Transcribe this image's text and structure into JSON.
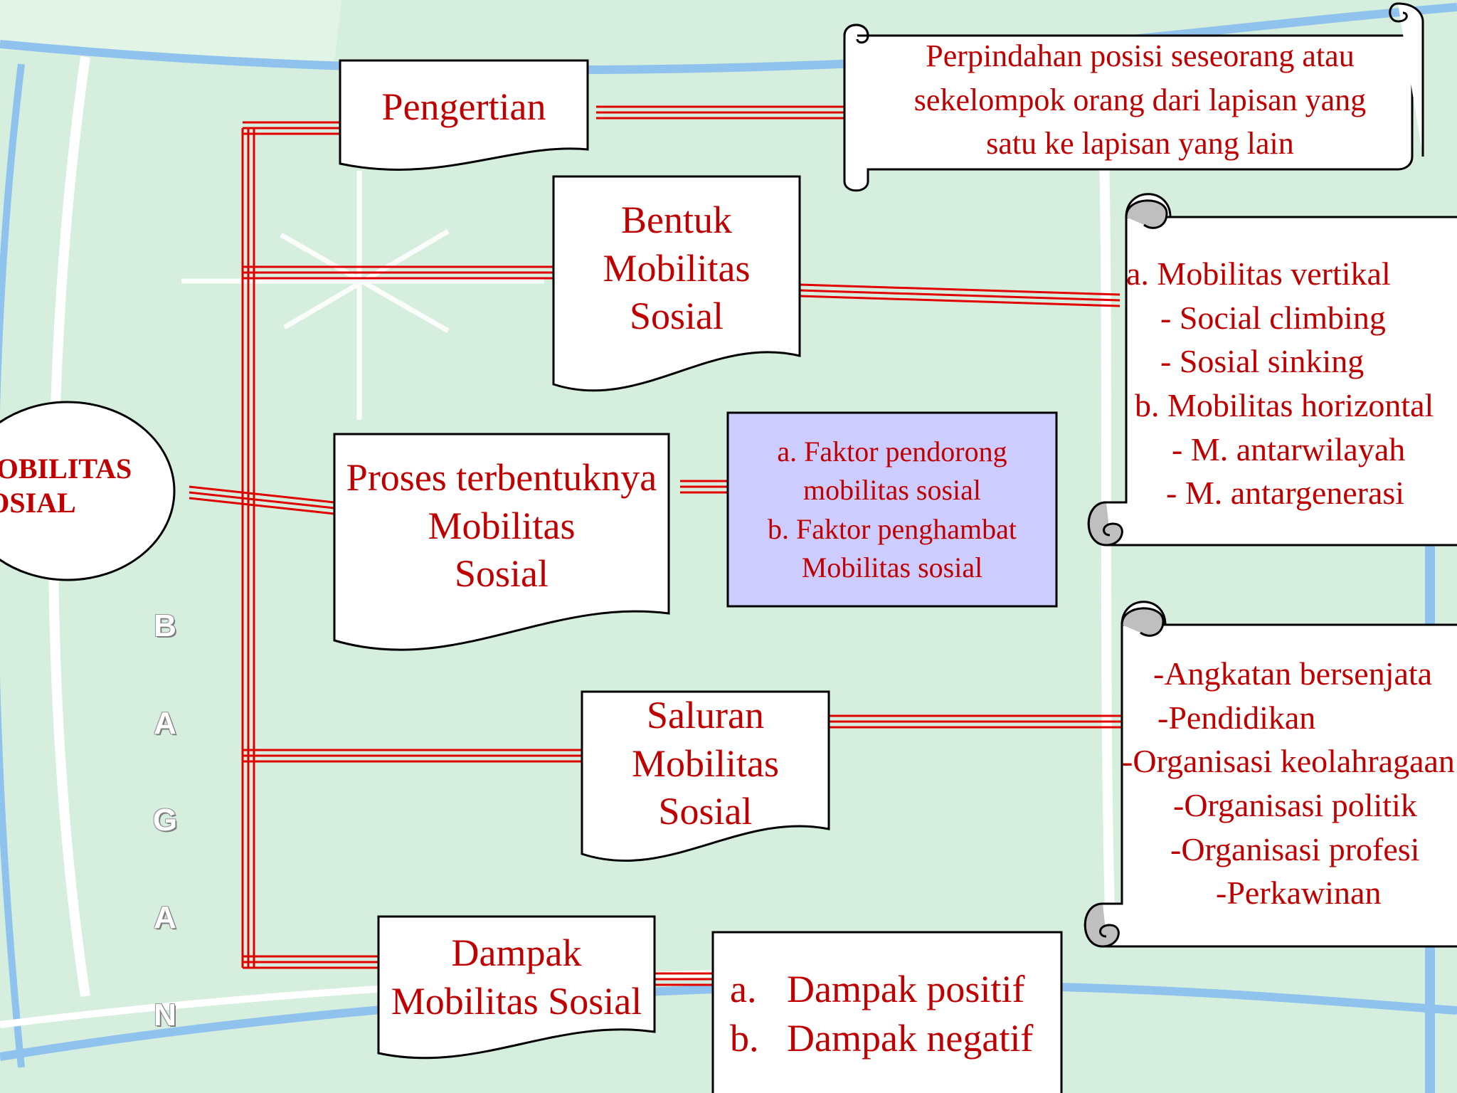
{
  "colors": {
    "text": "#c00000",
    "connector": "#e00000",
    "background": "#d6eedd",
    "faktor_box": "#ccccff",
    "road": "#8fc3ee"
  },
  "center": {
    "line1": "OBILITAS",
    "line2": "SOSIAL"
  },
  "bagan": [
    "B",
    "A",
    "G",
    "A",
    "N"
  ],
  "boxes": {
    "pengertian": "Pengertian",
    "bentuk": [
      "Bentuk",
      "Mobilitas",
      "Sosial"
    ],
    "proses": [
      "Proses terbentuknya",
      "Mobilitas",
      "Sosial"
    ],
    "saluran": [
      "Saluran",
      "Mobilitas",
      "Sosial"
    ],
    "dampak": [
      "Dampak",
      "Mobilitas Sosial"
    ]
  },
  "definition": [
    "Perpindahan posisi seseorang atau",
    "sekelompok orang dari lapisan yang",
    "satu ke lapisan yang lain"
  ],
  "bentuk_list": [
    "a. Mobilitas vertikal",
    "- Social climbing",
    "- Sosial sinking",
    "b. Mobilitas horizontal",
    "- M. antarwilayah",
    "-  M. antargenerasi"
  ],
  "faktor": [
    "a. Faktor pendorong",
    "mobilitas sosial",
    "b. Faktor penghambat",
    "Mobilitas sosial"
  ],
  "saluran_list": [
    "-Angkatan bersenjata",
    "-Pendidikan",
    "-Organisasi keolahragaan",
    "-Organisasi politik",
    "-Organisasi profesi",
    "-Perkawinan"
  ],
  "dampak_list": [
    {
      "marker": "a.",
      "text": "Dampak positif"
    },
    {
      "marker": "b.",
      "text": "Dampak negatif"
    }
  ]
}
